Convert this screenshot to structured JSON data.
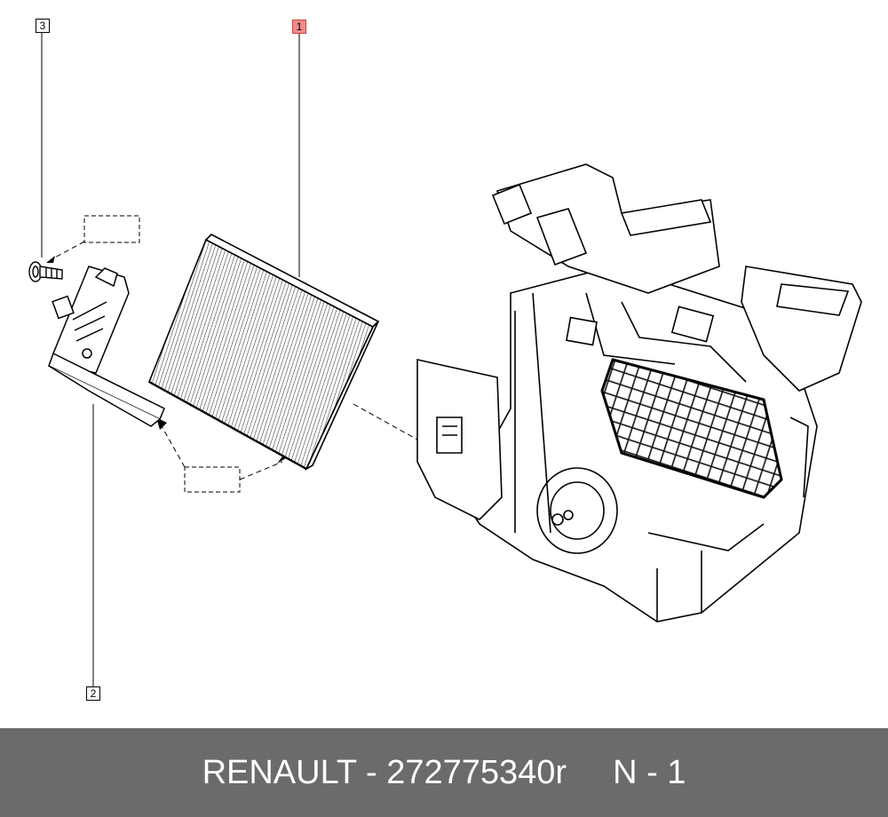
{
  "callouts": [
    {
      "label": "1"
    },
    {
      "label": "2"
    },
    {
      "label": "3"
    }
  ],
  "footer": {
    "part_text": "RENAULT - 272775340r",
    "qty_text": "N - 1"
  },
  "colors": {
    "highlight": "#f08a8a",
    "footer_bg": "#6b6b6b",
    "line": "#000000"
  }
}
